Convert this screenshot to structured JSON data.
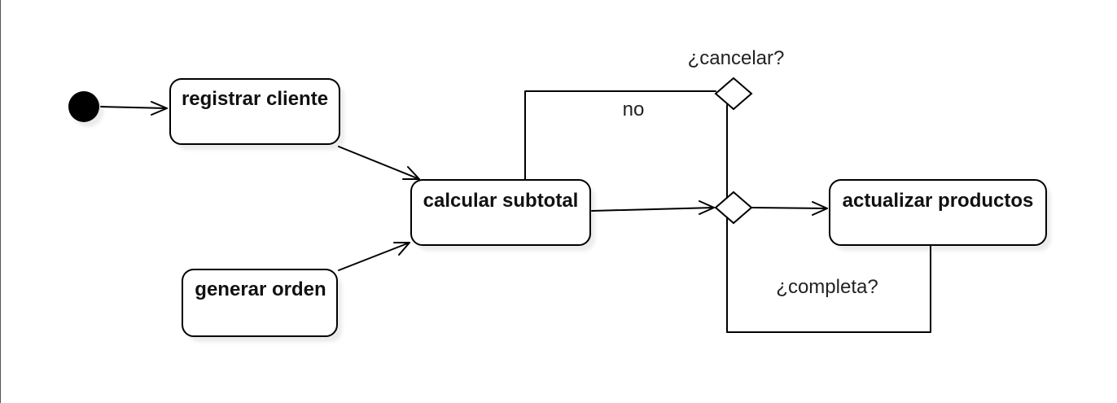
{
  "diagram": {
    "nodes": {
      "registrar": "registrar cliente",
      "generar": "generar orden",
      "calcular": "calcular subtotal",
      "actualizar": "actualizar productos"
    },
    "labels": {
      "cancelar": "¿cancelar?",
      "no": "no",
      "completa": "¿completa?"
    }
  }
}
